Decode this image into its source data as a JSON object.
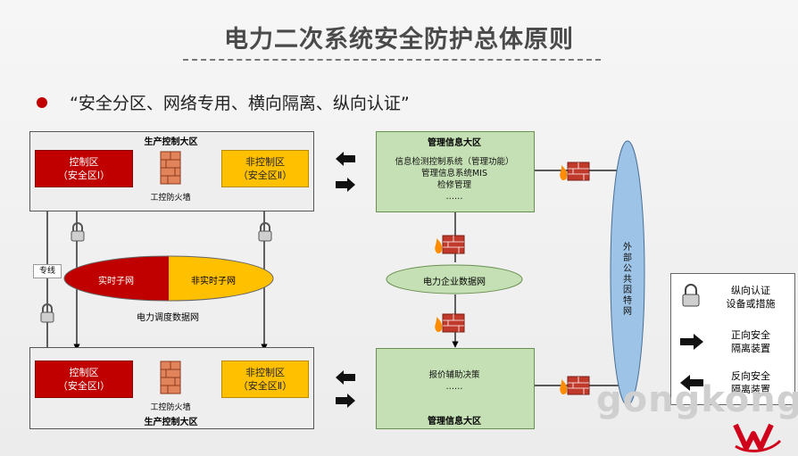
{
  "title": "电力二次系统安全防护总体原则",
  "subtitle": "“安全分区、网络专用、横向隔离、纵向认证”",
  "production_top": {
    "title": "生产控制大区",
    "control_zone": [
      "控制区",
      "（安全区Ⅰ）"
    ],
    "noncontrol_zone": [
      "非控制区",
      "（安全区Ⅱ）"
    ],
    "firewall_label": "工控防火墙"
  },
  "production_bottom": {
    "title": "生产控制大区",
    "control_zone": [
      "控制区",
      "（安全区Ⅰ）"
    ],
    "noncontrol_zone": [
      "非控制区",
      "（安全区Ⅱ）"
    ],
    "firewall_label": "工控防火墙"
  },
  "mgmt_top": {
    "title": "管理信息大区",
    "lines": [
      "信息检测控制系统（管理功能）",
      "管理信息系统MIS",
      "检修管理",
      "……"
    ]
  },
  "mgmt_bottom": {
    "title": "管理信息大区",
    "lines": [
      "报价辅助决策",
      "……"
    ]
  },
  "dispatch_network": {
    "realtime": "实时子网",
    "nonrealtime": "非实时子网",
    "label": "电力调度数据网"
  },
  "enterprise_network": "电力企业数据网",
  "public_network": "外部公共因特网",
  "dedicated_line": "专线",
  "legend": {
    "auth": [
      "纵向认证",
      "设备或措施"
    ],
    "forward": [
      "正向安全",
      "隔离装置"
    ],
    "reverse": [
      "反向安全",
      "隔离装置"
    ]
  },
  "watermark": "gongkong",
  "colors": {
    "red": "#c00000",
    "yellow": "#ffc000",
    "green": "#c5e0b4",
    "blue": "#9dc3e6"
  }
}
